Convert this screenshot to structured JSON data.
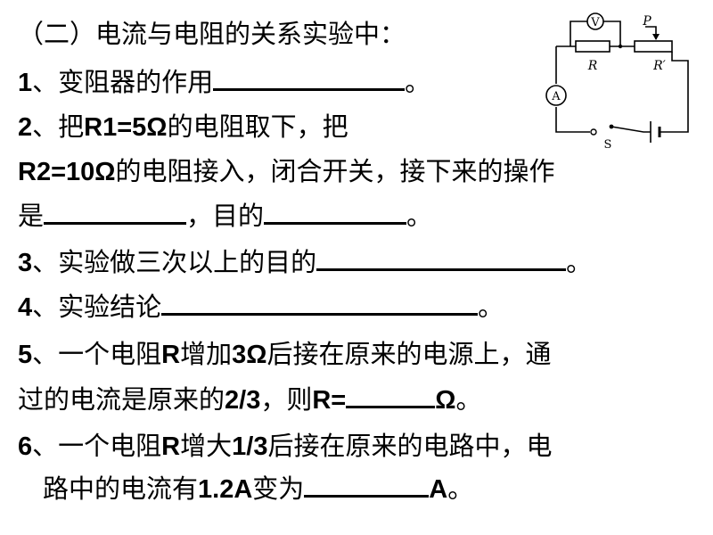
{
  "title": "（二）电流与电阻的关系实验中：",
  "q1": {
    "num": "1",
    "sep": "、",
    "text": "变阻器的作用",
    "end": "。"
  },
  "q2": {
    "num": "2",
    "sep": "、",
    "text_a": "把",
    "r1": "R1=5Ω",
    "text_b": "的电阻取下，把",
    "r2": "R2=10Ω",
    "text_c": "的电阻接入，闭合开关，接下来的操作",
    "text_d": "是",
    "text_e": "，目的",
    "end": "。"
  },
  "q3": {
    "num": "3",
    "sep": "、",
    "text": "实验做三次以上的目的",
    "end": "。"
  },
  "q4": {
    "num": "4",
    "sep": "、",
    "text": "实验结论",
    "end": "。"
  },
  "q5": {
    "num": "5",
    "sep": "、",
    "text_a": "一个电阻",
    "r": "R",
    "text_b": "增加",
    "val": "3Ω",
    "text_c": "后接在原来的电源上，通",
    "text_d": "过的电流是原来的",
    "frac": "2/3",
    "text_e": "，则",
    "req": "R=",
    "unit": "Ω",
    "end": "。"
  },
  "q6": {
    "num": "6",
    "sep": "、",
    "text_a": "一个电阻",
    "r": "R",
    "text_b": "增大",
    "frac": "1/3",
    "text_c": "后接在原来的电路中，电",
    "text_d": "路中的电流有",
    "val": "1.2A",
    "text_e": "变为",
    "unit": "A",
    "end": "。"
  },
  "circuit": {
    "voltmeter": "V",
    "ammeter": "A",
    "resistor": "R",
    "rheostat": "R′",
    "slider": "P",
    "switch": "S"
  }
}
